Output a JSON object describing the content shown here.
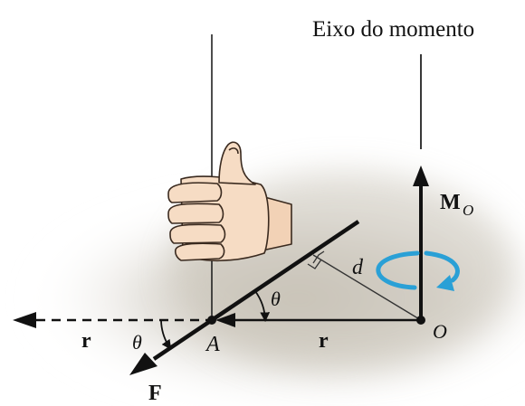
{
  "labels": {
    "axis_title": "Eixo do momento",
    "moment": "M",
    "moment_sub": "O",
    "point_a": "A",
    "point_o": "O",
    "r_left": "r",
    "r_right": "r",
    "theta_left": "θ",
    "theta_right": "θ",
    "distance": "d",
    "force": "F"
  },
  "colors": {
    "line": "#111111",
    "rotation_arrow": "#2aa0d6",
    "shadow": "#c9c4b9",
    "skin": "#f6dcc4"
  },
  "icons": {
    "hand": "thumbs-up-right-hand-icon",
    "rotation": "counterclockwise-rotation-arrow-icon"
  }
}
